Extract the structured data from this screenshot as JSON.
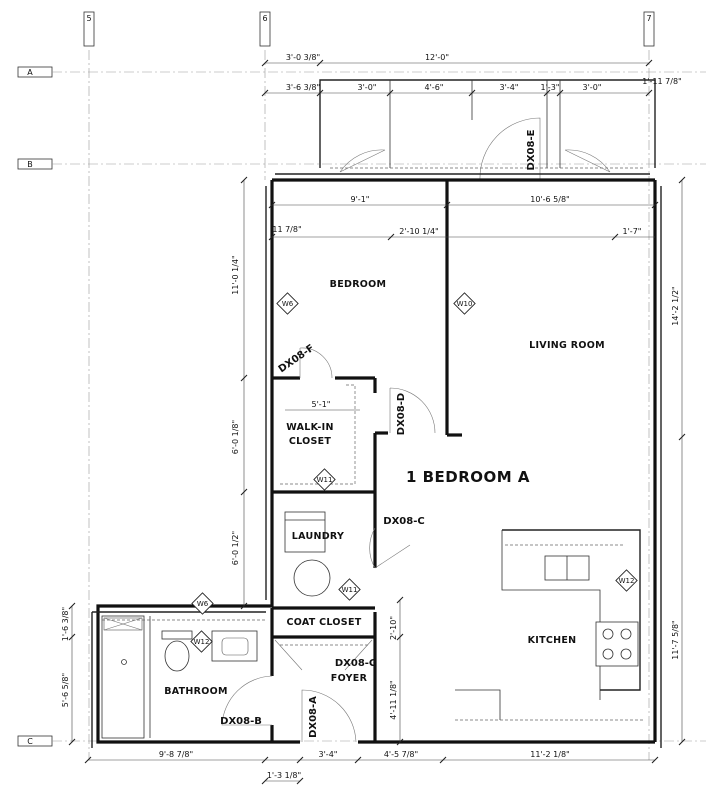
{
  "plan": {
    "title": "1 BEDROOM A",
    "grid": {
      "cols": [
        "5",
        "6",
        "7"
      ],
      "rows": [
        "A",
        "B",
        "C"
      ]
    },
    "rooms": {
      "bedroom": "BEDROOM",
      "living_room": "LIVING ROOM",
      "walkin_1": "WALK-IN",
      "walkin_2": "CLOSET",
      "laundry": "LAUNDRY",
      "coat_closet": "COAT CLOSET",
      "kitchen": "KITCHEN",
      "bathroom": "BATHROOM",
      "foyer": "FOYER"
    },
    "doors": {
      "e": "DX08-E",
      "f": "DX08-F",
      "d": "DX08-D",
      "c": "DX08-C",
      "g": "DX08-G",
      "b": "DX08-B",
      "a": "DX08-A"
    },
    "windows": {
      "w6a": "W6",
      "w6b": "W6",
      "w10": "W10",
      "w11a": "W11",
      "w11b": "W11",
      "w12a": "W12",
      "w12b": "W12"
    },
    "dims": {
      "top_12": "12'-0\"",
      "top_3038": "3'-0 3/8\"",
      "top_3638": "3'-6 3/8\"",
      "top_30a": "3'-0\"",
      "top_46": "4'-6\"",
      "top_34a": "3'-4\"",
      "top_13": "1'-3\"",
      "top_30b": "3'-0\"",
      "top_11178": "1'-11 7/8\"",
      "r_91": "9'-1\"",
      "r_10658": "10'-6 5/8\"",
      "r_1178": "11 7/8\"",
      "r_21014": "2'-10 1/4\"",
      "r_17": "1'-7\"",
      "l_11014": "11'-0 1/4\"",
      "l_6018": "6'-0 1/8\"",
      "l_6012": "6'-0 1/2\"",
      "l_1638": "1'-6 3/8\"",
      "l_5658": "5'-6 5/8\"",
      "rt_14212": "14'-2 1/2\"",
      "rt_11758": "11'-7 5/8\"",
      "c_51": "5'-1\"",
      "c_210": "2'-10\"",
      "c_411118": "4'-11 1/8\"",
      "b_98": "9'-8 7/8\"",
      "b_34": "3'-4\"",
      "b_45": "4'-5 7/8\"",
      "b_112": "11'-2 1/8\"",
      "b_13": "1'-3 1/8\""
    }
  }
}
